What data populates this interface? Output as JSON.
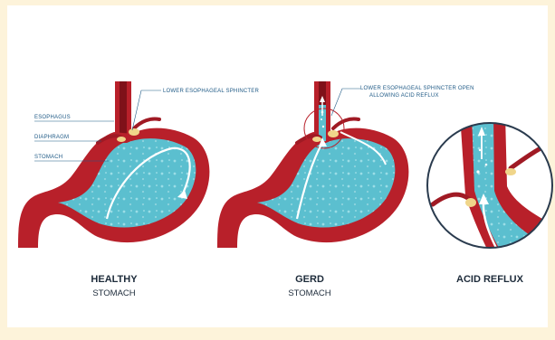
{
  "labels": {
    "esophagus": "ESOPHAGUS",
    "diaphragm": "DIAPHRAGM",
    "stomach": "STOMACH",
    "les": "LOWER ESOPHAGEAL SPHINCTER",
    "les_open_line1": "LOWER ESOPHAGEAL SPHINCTER OPEN",
    "les_open_line2": "ALLOWING ACID REFLUX"
  },
  "captions": {
    "healthy_title": "HEALTHY",
    "healthy_sub": "STOMACH",
    "gerd_title": "GERD",
    "gerd_sub": "STOMACH",
    "reflux_title": "ACID REFLUX"
  },
  "colors": {
    "wall": "#b8202a",
    "wall_dark": "#8e1620",
    "fluid": "#5bbfcf",
    "fluid_light": "#9bdde6",
    "label": "#1f5a86",
    "page": "#fdf3da",
    "fat": "#f0d58a"
  }
}
